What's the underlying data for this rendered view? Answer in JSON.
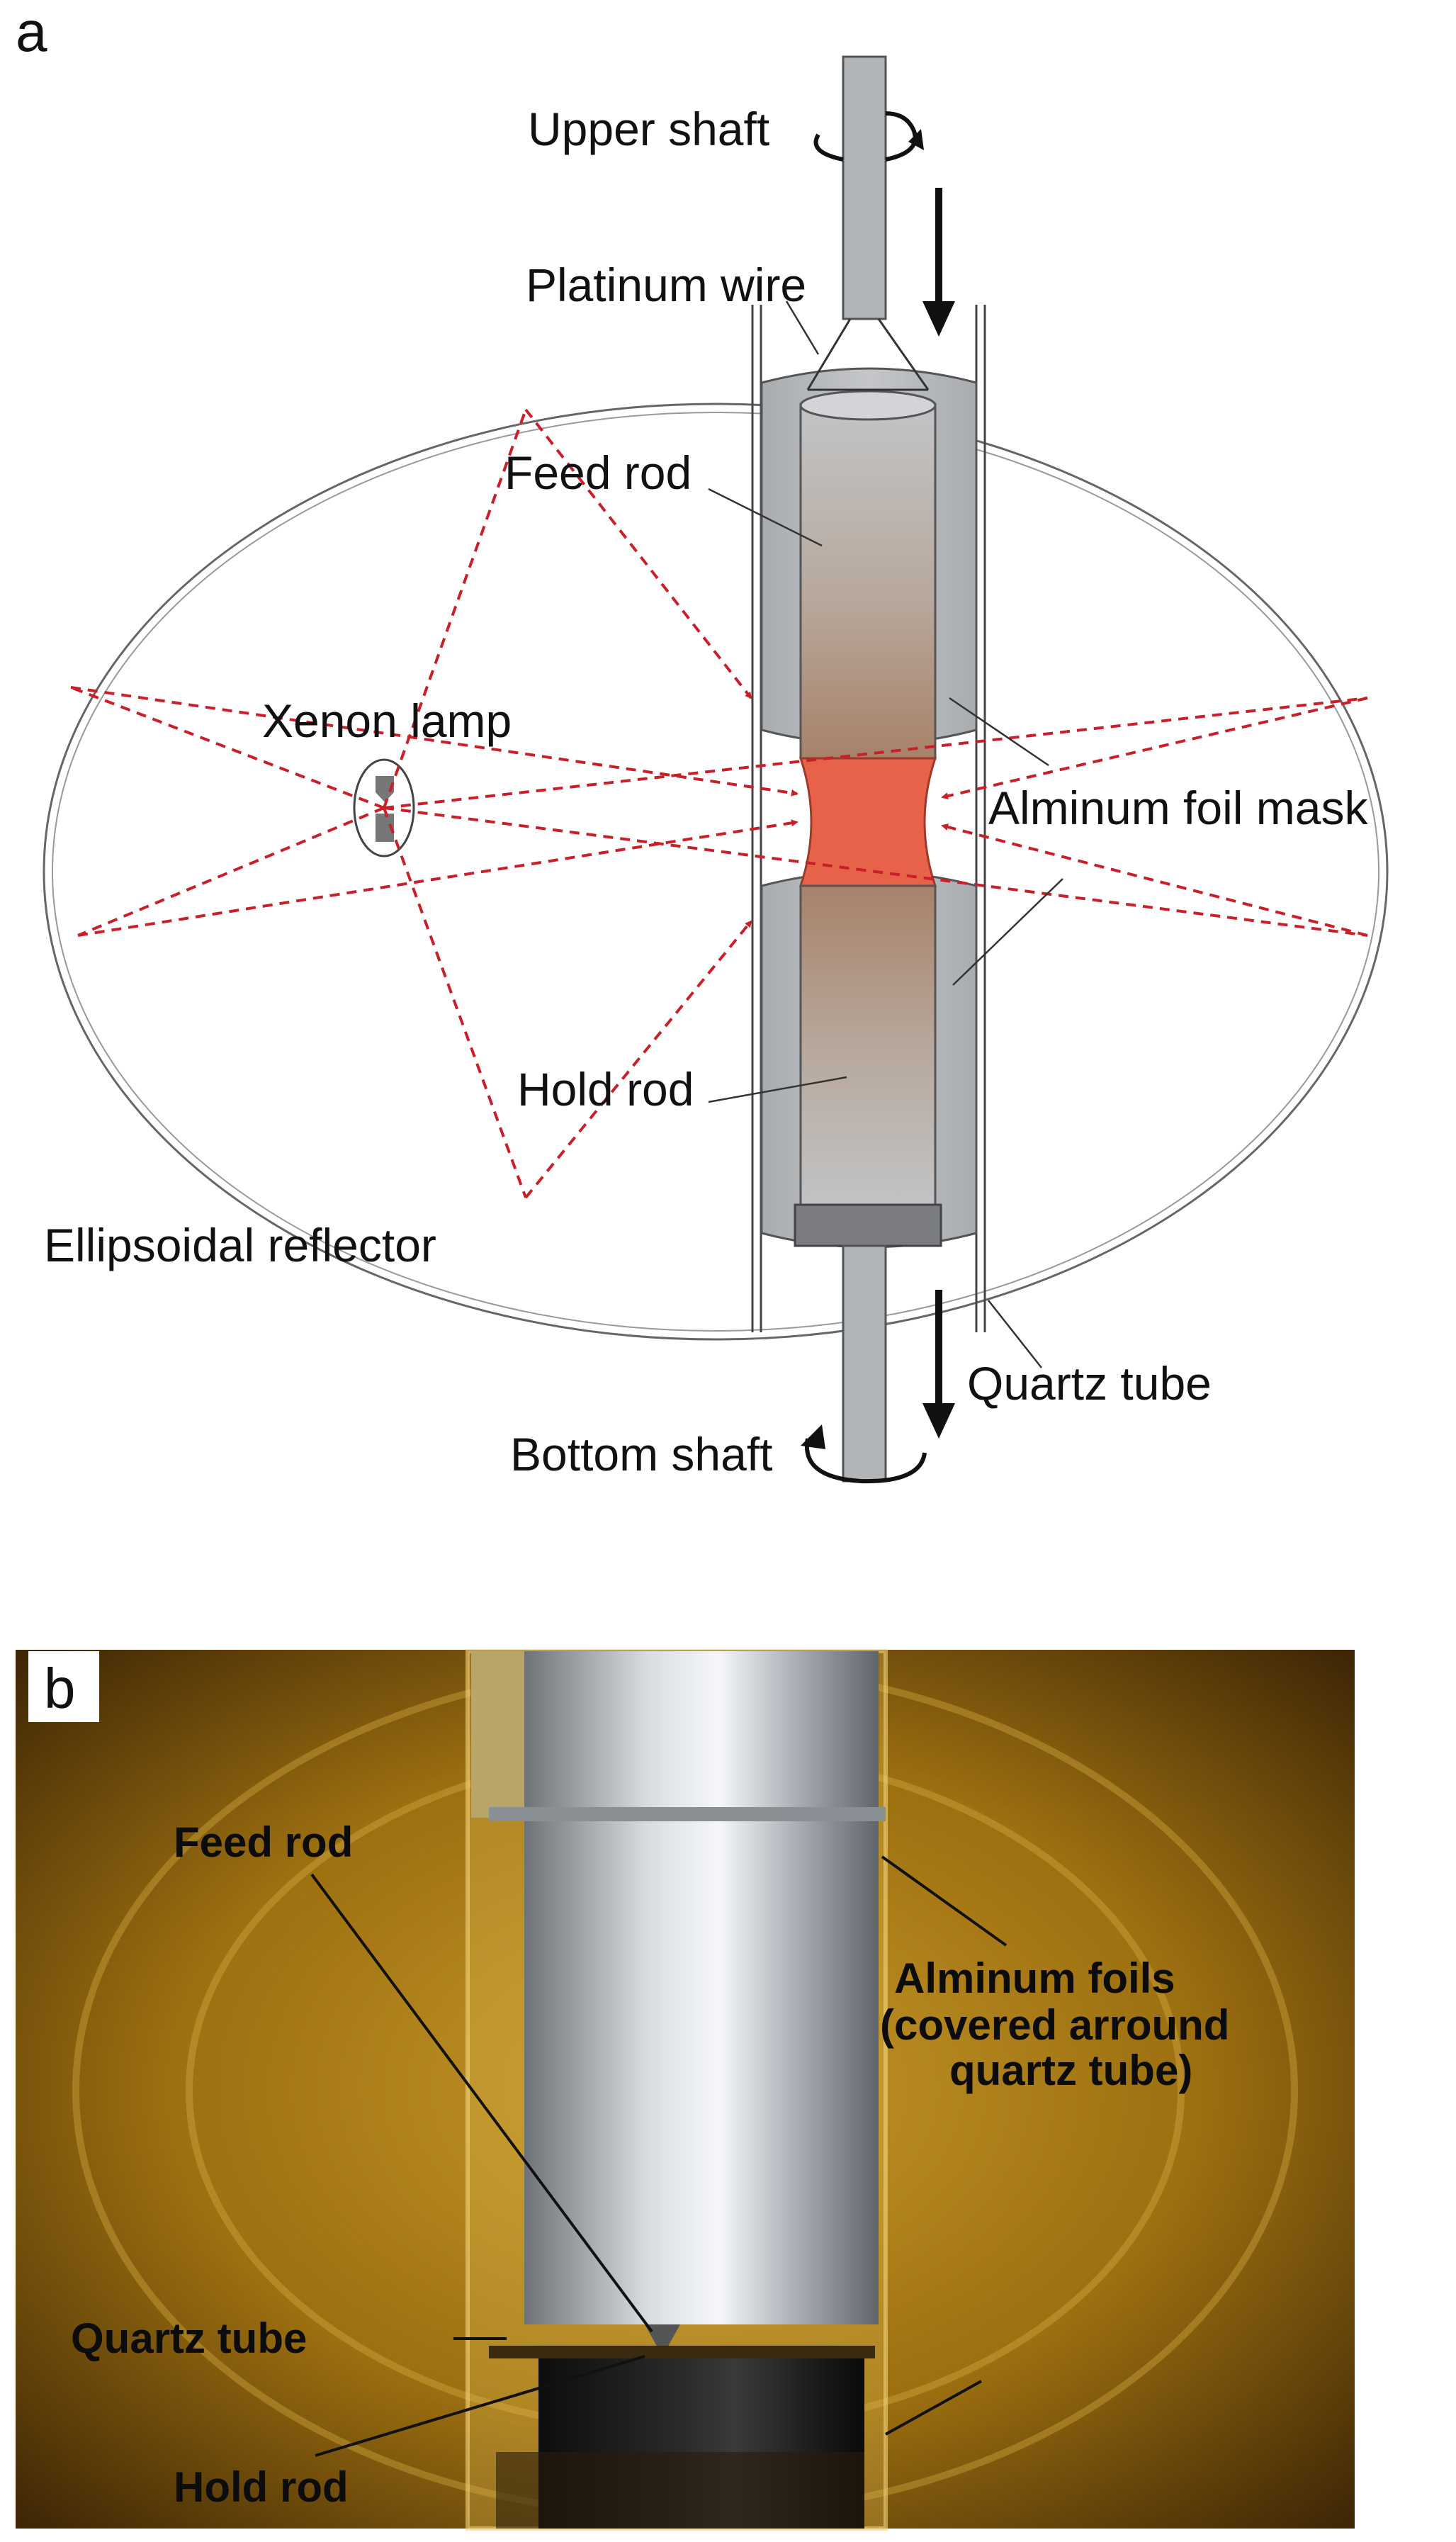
{
  "panel_a": {
    "letter": "a",
    "labels": {
      "upper_shaft": "Upper shaft",
      "platinum_wire": "Platinum wire",
      "feed_rod": "Feed rod",
      "xenon_lamp": "Xenon lamp",
      "aluminum_foil_mask": "Alminum foil mask",
      "hold_rod": "Hold rod",
      "ellipsoidal_reflector": "Ellipsoidal reflector",
      "quartz_tube": "Quartz tube",
      "bottom_shaft": "Bottom shaft"
    },
    "colors": {
      "light_ray": "#c8202a",
      "molten_zone": "#e8624a",
      "gray": "#b8bbbe",
      "outline": "#555555"
    }
  },
  "panel_b": {
    "letter": "b",
    "labels": {
      "feed_rod": "Feed rod",
      "quartz_tube": "Quartz tube",
      "aluminum_foils_line1": "Alminum foils",
      "aluminum_foils_line2": "(covered arround",
      "aluminum_foils_line3": "quartz tube)",
      "hold_rod": "Hold rod"
    },
    "colors": {
      "amber": "#b8860b",
      "foil": "#c9ced4",
      "rod": "#1a1a1a"
    }
  }
}
